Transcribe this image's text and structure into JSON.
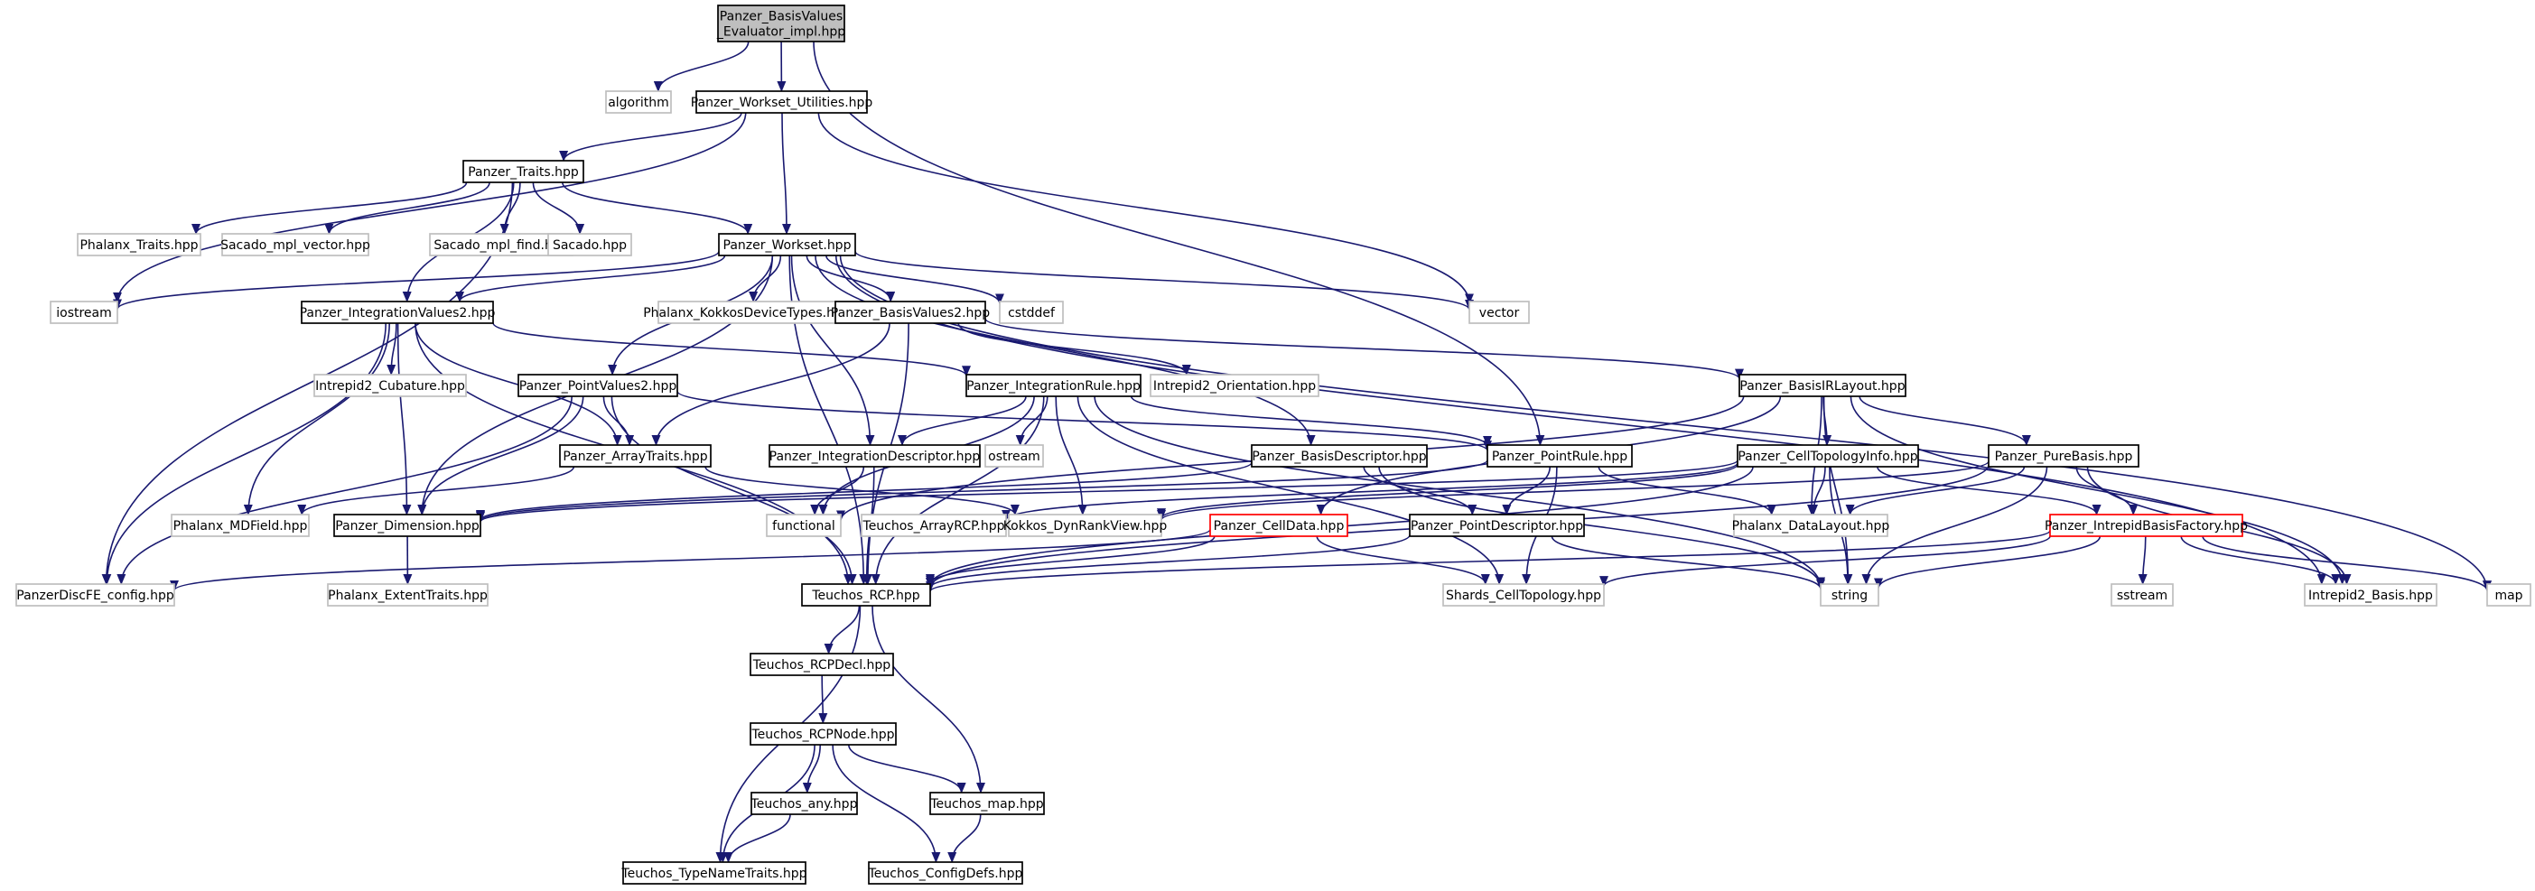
{
  "colors": {
    "edge": "#191970",
    "root_fill": "#bfbfbf",
    "node_border": "#000000",
    "ext_border": "#bfbfbf",
    "incomplete_border": "#ff0000",
    "node_fill": "#ffffff"
  },
  "nodes": [
    {
      "id": "root",
      "lines": [
        "Panzer_BasisValues",
        "_Evaluator_impl.hpp"
      ],
      "style": "root"
    },
    {
      "id": "algorithm",
      "lines": [
        "algorithm"
      ],
      "style": "external"
    },
    {
      "id": "wsutil",
      "lines": [
        "Panzer_Workset_Utilities.hpp"
      ],
      "style": "normal"
    },
    {
      "id": "traits",
      "lines": [
        "Panzer_Traits.hpp"
      ],
      "style": "normal"
    },
    {
      "id": "phtraits",
      "lines": [
        "Phalanx_Traits.hpp"
      ],
      "style": "external"
    },
    {
      "id": "sacvec",
      "lines": [
        "Sacado_mpl_vector.hpp"
      ],
      "style": "external"
    },
    {
      "id": "sacfind",
      "lines": [
        "Sacado_mpl_find.hpp"
      ],
      "style": "external"
    },
    {
      "id": "sacado",
      "lines": [
        "Sacado.hpp"
      ],
      "style": "external"
    },
    {
      "id": "workset",
      "lines": [
        "Panzer_Workset.hpp"
      ],
      "style": "normal"
    },
    {
      "id": "iostream",
      "lines": [
        "iostream"
      ],
      "style": "external"
    },
    {
      "id": "intval",
      "lines": [
        "Panzer_IntegrationValues2.hpp"
      ],
      "style": "normal"
    },
    {
      "id": "kokdev",
      "lines": [
        "Phalanx_KokkosDeviceTypes.hpp"
      ],
      "style": "external"
    },
    {
      "id": "basval",
      "lines": [
        "Panzer_BasisValues2.hpp"
      ],
      "style": "normal"
    },
    {
      "id": "cstddef",
      "lines": [
        "cstddef"
      ],
      "style": "external"
    },
    {
      "id": "vector",
      "lines": [
        "vector"
      ],
      "style": "external"
    },
    {
      "id": "cubature",
      "lines": [
        "Intrepid2_Cubature.hpp"
      ],
      "style": "external"
    },
    {
      "id": "intrule",
      "lines": [
        "Panzer_IntegrationRule.hpp"
      ],
      "style": "normal"
    },
    {
      "id": "orient",
      "lines": [
        "Intrepid2_Orientation.hpp"
      ],
      "style": "external"
    },
    {
      "id": "basirl",
      "lines": [
        "Panzer_BasisIRLayout.hpp"
      ],
      "style": "normal"
    },
    {
      "id": "ptval",
      "lines": [
        "Panzer_PointValues2.hpp"
      ],
      "style": "normal"
    },
    {
      "id": "arrtr",
      "lines": [
        "Panzer_ArrayTraits.hpp"
      ],
      "style": "normal"
    },
    {
      "id": "intdesc",
      "lines": [
        "Panzer_IntegrationDescriptor.hpp"
      ],
      "style": "normal"
    },
    {
      "id": "ostream",
      "lines": [
        "ostream"
      ],
      "style": "external"
    },
    {
      "id": "basdesc",
      "lines": [
        "Panzer_BasisDescriptor.hpp"
      ],
      "style": "normal"
    },
    {
      "id": "ptrule",
      "lines": [
        "Panzer_PointRule.hpp"
      ],
      "style": "normal"
    },
    {
      "id": "celltopo",
      "lines": [
        "Panzer_CellTopologyInfo.hpp"
      ],
      "style": "normal"
    },
    {
      "id": "purebasis",
      "lines": [
        "Panzer_PureBasis.hpp"
      ],
      "style": "normal"
    },
    {
      "id": "mdfield",
      "lines": [
        "Phalanx_MDField.hpp"
      ],
      "style": "external"
    },
    {
      "id": "dimension",
      "lines": [
        "Panzer_Dimension.hpp"
      ],
      "style": "normal"
    },
    {
      "id": "functional",
      "lines": [
        "functional"
      ],
      "style": "external"
    },
    {
      "id": "arrrcp",
      "lines": [
        "Teuchos_ArrayRCP.hpp"
      ],
      "style": "external"
    },
    {
      "id": "dynrank",
      "lines": [
        "Kokkos_DynRankView.hpp"
      ],
      "style": "external"
    },
    {
      "id": "celldata",
      "lines": [
        "Panzer_CellData.hpp"
      ],
      "style": "incomplete"
    },
    {
      "id": "ptdesc",
      "lines": [
        "Panzer_PointDescriptor.hpp"
      ],
      "style": "normal"
    },
    {
      "id": "datalayout",
      "lines": [
        "Phalanx_DataLayout.hpp"
      ],
      "style": "external"
    },
    {
      "id": "intbasfac",
      "lines": [
        "Panzer_IntrepidBasisFactory.hpp"
      ],
      "style": "incomplete"
    },
    {
      "id": "pdfconfig",
      "lines": [
        "PanzerDiscFE_config.hpp"
      ],
      "style": "external"
    },
    {
      "id": "exttraits",
      "lines": [
        "Phalanx_ExtentTraits.hpp"
      ],
      "style": "external"
    },
    {
      "id": "rcp",
      "lines": [
        "Teuchos_RCP.hpp"
      ],
      "style": "normal"
    },
    {
      "id": "shards",
      "lines": [
        "Shards_CellTopology.hpp"
      ],
      "style": "external"
    },
    {
      "id": "string",
      "lines": [
        "string"
      ],
      "style": "external"
    },
    {
      "id": "sstream",
      "lines": [
        "sstream"
      ],
      "style": "external"
    },
    {
      "id": "i2basis",
      "lines": [
        "Intrepid2_Basis.hpp"
      ],
      "style": "external"
    },
    {
      "id": "map",
      "lines": [
        "map"
      ],
      "style": "external"
    },
    {
      "id": "rcpdecl",
      "lines": [
        "Teuchos_RCPDecl.hpp"
      ],
      "style": "normal"
    },
    {
      "id": "rcpnode",
      "lines": [
        "Teuchos_RCPNode.hpp"
      ],
      "style": "normal"
    },
    {
      "id": "any",
      "lines": [
        "Teuchos_any.hpp"
      ],
      "style": "normal"
    },
    {
      "id": "tmap",
      "lines": [
        "Teuchos_map.hpp"
      ],
      "style": "normal"
    },
    {
      "id": "typename",
      "lines": [
        "Teuchos_TypeNameTraits.hpp"
      ],
      "style": "normal"
    },
    {
      "id": "configdefs",
      "lines": [
        "Teuchos_ConfigDefs.hpp"
      ],
      "style": "normal"
    }
  ],
  "edges": [
    [
      "root",
      "algorithm"
    ],
    [
      "root",
      "wsutil"
    ],
    [
      "root",
      "ptrule"
    ],
    [
      "wsutil",
      "traits"
    ],
    [
      "wsutil",
      "workset"
    ],
    [
      "wsutil",
      "vector"
    ],
    [
      "wsutil",
      "iostream"
    ],
    [
      "traits",
      "phtraits"
    ],
    [
      "traits",
      "sacvec"
    ],
    [
      "traits",
      "sacfind"
    ],
    [
      "traits",
      "sacado"
    ],
    [
      "traits",
      "workset"
    ],
    [
      "traits",
      "pdfconfig"
    ],
    [
      "traits",
      "intval"
    ],
    [
      "workset",
      "iostream"
    ],
    [
      "workset",
      "vector"
    ],
    [
      "workset",
      "intval"
    ],
    [
      "workset",
      "kokdev"
    ],
    [
      "workset",
      "basval"
    ],
    [
      "workset",
      "cstddef"
    ],
    [
      "workset",
      "ptval"
    ],
    [
      "workset",
      "intdesc"
    ],
    [
      "workset",
      "basdesc"
    ],
    [
      "workset",
      "dimension"
    ],
    [
      "workset",
      "rcp"
    ],
    [
      "workset",
      "i2basis"
    ],
    [
      "workset",
      "map"
    ],
    [
      "intval",
      "cubature"
    ],
    [
      "intval",
      "intrule"
    ],
    [
      "intval",
      "arrtr"
    ],
    [
      "intval",
      "mdfield"
    ],
    [
      "intval",
      "dimension"
    ],
    [
      "intval",
      "pdfconfig"
    ],
    [
      "intval",
      "rcp"
    ],
    [
      "basval",
      "orient"
    ],
    [
      "basval",
      "basirl"
    ],
    [
      "basval",
      "arrtr"
    ],
    [
      "basval",
      "rcp"
    ],
    [
      "intrule",
      "ostream"
    ],
    [
      "intrule",
      "intdesc"
    ],
    [
      "intrule",
      "ptrule"
    ],
    [
      "intrule",
      "functional"
    ],
    [
      "intrule",
      "dynrank"
    ],
    [
      "intrule",
      "shards"
    ],
    [
      "intrule",
      "string"
    ],
    [
      "intrule",
      "rcp"
    ],
    [
      "ptval",
      "arrtr"
    ],
    [
      "ptval",
      "ptrule"
    ],
    [
      "ptval",
      "dimension"
    ],
    [
      "ptval",
      "rcp"
    ],
    [
      "ptval",
      "pdfconfig"
    ],
    [
      "basirl",
      "celltopo"
    ],
    [
      "basirl",
      "purebasis"
    ],
    [
      "basirl",
      "datalayout"
    ],
    [
      "basirl",
      "functional"
    ],
    [
      "basirl",
      "celldata"
    ],
    [
      "basirl",
      "i2basis"
    ],
    [
      "basirl",
      "string"
    ],
    [
      "arrtr",
      "mdfield"
    ],
    [
      "arrtr",
      "dynrank"
    ],
    [
      "intdesc",
      "functional"
    ],
    [
      "intdesc",
      "rcp"
    ],
    [
      "basdesc",
      "ptdesc"
    ],
    [
      "basdesc",
      "string"
    ],
    [
      "basdesc",
      "dimension"
    ],
    [
      "ptrule",
      "ptdesc"
    ],
    [
      "ptrule",
      "datalayout"
    ],
    [
      "ptrule",
      "shards"
    ],
    [
      "ptrule",
      "dimension"
    ],
    [
      "celltopo",
      "datalayout"
    ],
    [
      "celltopo",
      "string"
    ],
    [
      "celltopo",
      "intbasfac"
    ],
    [
      "celltopo",
      "dimension"
    ],
    [
      "celltopo",
      "arrrcp"
    ],
    [
      "celltopo",
      "dynrank"
    ],
    [
      "celltopo",
      "rcp"
    ],
    [
      "purebasis",
      "intbasfac"
    ],
    [
      "purebasis",
      "datalayout"
    ],
    [
      "purebasis",
      "i2basis"
    ],
    [
      "purebasis",
      "string"
    ],
    [
      "purebasis",
      "rcp"
    ],
    [
      "purebasis",
      "dynrank"
    ],
    [
      "dimension",
      "exttraits"
    ],
    [
      "celldata",
      "rcp"
    ],
    [
      "celldata",
      "shards"
    ],
    [
      "celldata",
      "pdfconfig"
    ],
    [
      "ptdesc",
      "rcp"
    ],
    [
      "ptdesc",
      "string"
    ],
    [
      "intbasfac",
      "sstream"
    ],
    [
      "intbasfac",
      "i2basis"
    ],
    [
      "intbasfac",
      "map"
    ],
    [
      "intbasfac",
      "string"
    ],
    [
      "intbasfac",
      "shards"
    ],
    [
      "intbasfac",
      "rcp"
    ],
    [
      "rcp",
      "rcpdecl"
    ],
    [
      "rcp",
      "typename"
    ],
    [
      "rcp",
      "tmap"
    ],
    [
      "rcpdecl",
      "rcpnode"
    ],
    [
      "rcpnode",
      "any"
    ],
    [
      "rcpnode",
      "tmap"
    ],
    [
      "rcpnode",
      "typename"
    ],
    [
      "rcpnode",
      "configdefs"
    ],
    [
      "any",
      "typename"
    ],
    [
      "tmap",
      "configdefs"
    ]
  ]
}
